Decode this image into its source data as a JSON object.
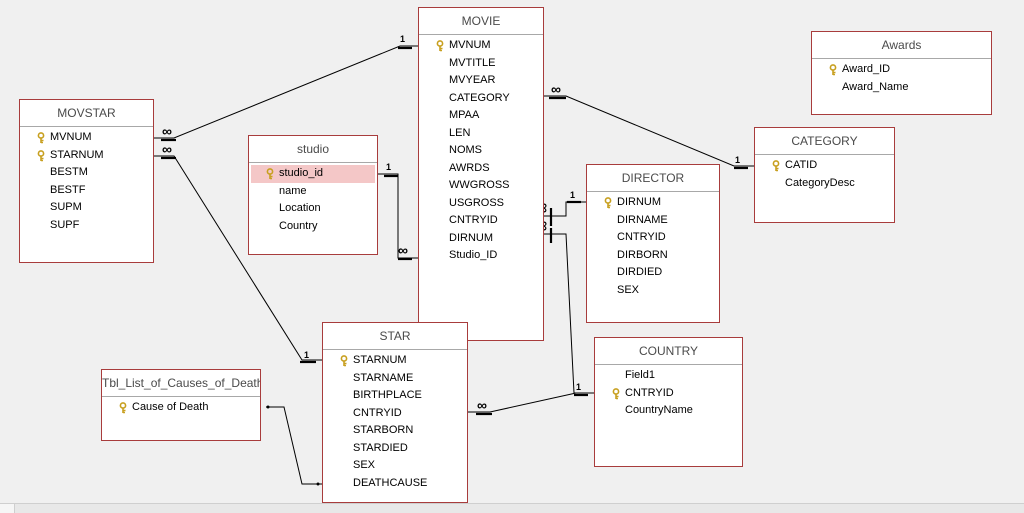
{
  "tables": {
    "movie": {
      "title": "MOVIE",
      "fields": [
        {
          "name": "MVNUM",
          "key": true
        },
        {
          "name": "MVTITLE"
        },
        {
          "name": "MVYEAR"
        },
        {
          "name": "CATEGORY"
        },
        {
          "name": "MPAA"
        },
        {
          "name": "LEN"
        },
        {
          "name": "NOMS"
        },
        {
          "name": "AWRDS"
        },
        {
          "name": "WWGROSS"
        },
        {
          "name": "USGROSS"
        },
        {
          "name": "CNTRYID"
        },
        {
          "name": "DIRNUM"
        },
        {
          "name": "Studio_ID"
        }
      ]
    },
    "movstar": {
      "title": "MOVSTAR",
      "fields": [
        {
          "name": "MVNUM",
          "key": true
        },
        {
          "name": "STARNUM",
          "key": true
        },
        {
          "name": "BESTM"
        },
        {
          "name": "BESTF"
        },
        {
          "name": "SUPM"
        },
        {
          "name": "SUPF"
        }
      ]
    },
    "studio": {
      "title": "studio",
      "fields": [
        {
          "name": "studio_id",
          "key": true,
          "selected": true
        },
        {
          "name": "name"
        },
        {
          "name": "Location"
        },
        {
          "name": "Country"
        }
      ]
    },
    "awards": {
      "title": "Awards",
      "fields": [
        {
          "name": "Award_ID",
          "key": true
        },
        {
          "name": "Award_Name"
        }
      ]
    },
    "category": {
      "title": "CATEGORY",
      "fields": [
        {
          "name": "CATID",
          "key": true
        },
        {
          "name": "CategoryDesc"
        }
      ]
    },
    "director": {
      "title": "DIRECTOR",
      "fields": [
        {
          "name": "DIRNUM",
          "key": true
        },
        {
          "name": "DIRNAME"
        },
        {
          "name": "CNTRYID"
        },
        {
          "name": "DIRBORN"
        },
        {
          "name": "DIRDIED"
        },
        {
          "name": "SEX"
        }
      ]
    },
    "star": {
      "title": "STAR",
      "fields": [
        {
          "name": "STARNUM",
          "key": true
        },
        {
          "name": "STARNAME"
        },
        {
          "name": "BIRTHPLACE"
        },
        {
          "name": "CNTRYID"
        },
        {
          "name": "STARBORN"
        },
        {
          "name": "STARDIED"
        },
        {
          "name": "SEX"
        },
        {
          "name": "DEATHCAUSE"
        }
      ]
    },
    "country": {
      "title": "COUNTRY",
      "fields": [
        {
          "name": "Field1"
        },
        {
          "name": "CNTRYID",
          "key": true
        },
        {
          "name": "CountryName"
        }
      ]
    },
    "causes": {
      "title": "Tbl_List_of_Causes_of_Death",
      "fields": [
        {
          "name": "Cause of Death",
          "key": true
        }
      ]
    }
  },
  "relationship_labels": {
    "one": "1",
    "many": "∞"
  },
  "colors": {
    "border": "#a83c3c",
    "selected": "#f4c7c7",
    "key": "#c8a020",
    "line": "#000000"
  }
}
